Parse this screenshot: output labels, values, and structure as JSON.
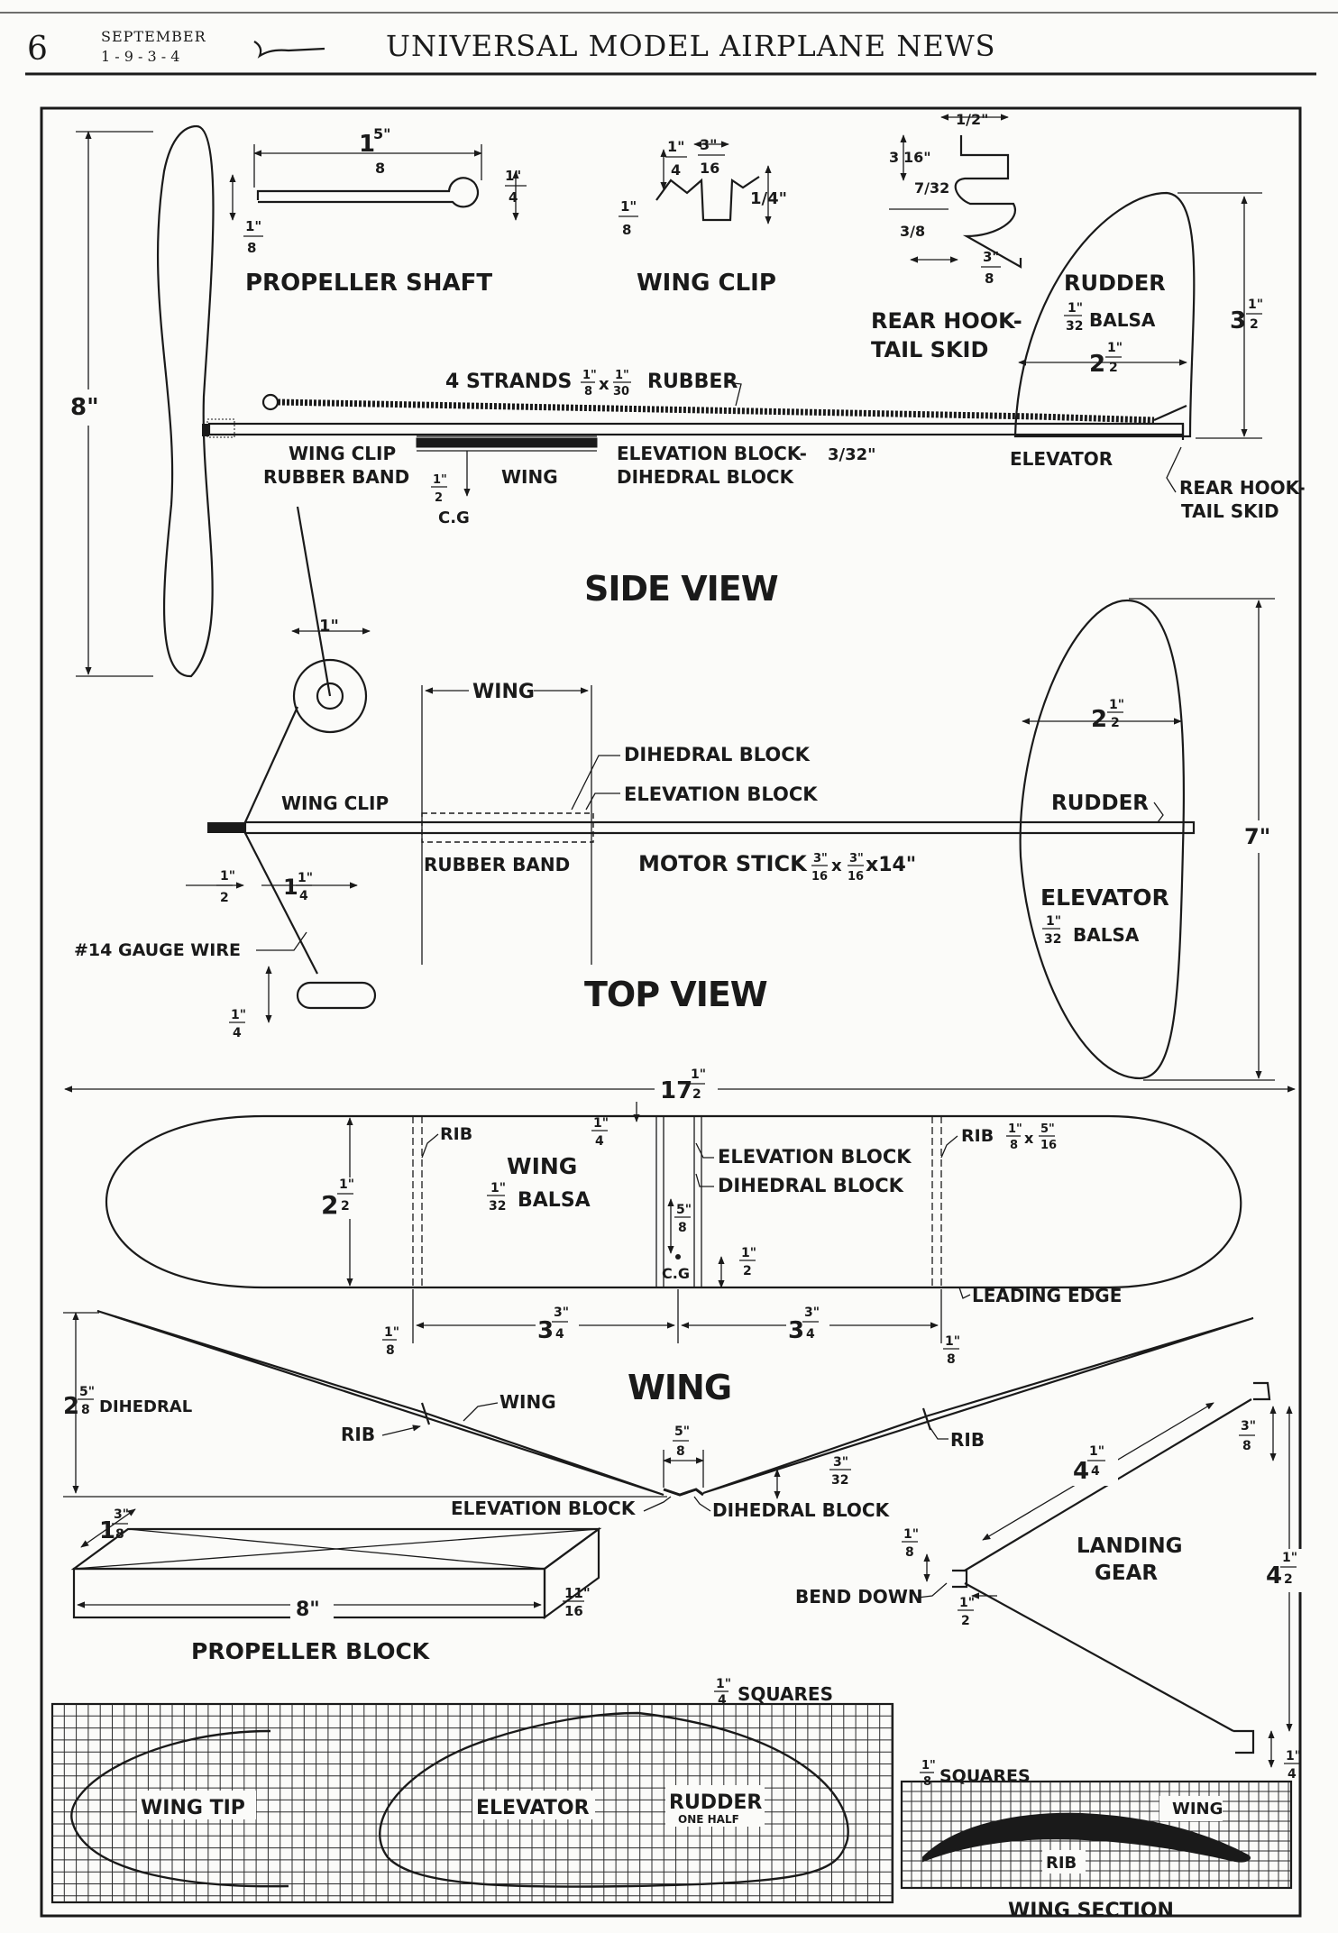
{
  "header": {
    "page_number": "6",
    "month": "SEPTEMBER",
    "year": "1 - 9 - 3 - 4",
    "title": "UNIVERSAL MODEL AIRPLANE NEWS"
  },
  "side_view": {
    "heading": "SIDE VIEW",
    "prop_height": "8\"",
    "propeller_shaft": "PROPELLER SHAFT",
    "shaft_len_w": "1",
    "shaft_len_n": "5\"",
    "shaft_len_d": "8",
    "shaft_quarter_n": "1\"",
    "shaft_quarter_d": "4",
    "shaft_eighth_n": "1\"",
    "shaft_eighth_d": "8",
    "wing_clip": "WING CLIP",
    "clip_a_n": "1\"",
    "clip_a_d": "4",
    "clip_b_n": "3\"",
    "clip_b_d": "16",
    "clip_c": "1/4\"",
    "clip_d_n": "1\"",
    "clip_d_d": "8",
    "rear_hook_1": "REAR HOOK-",
    "rear_hook_2": "TAIL SKID",
    "hook_half": "1/2\"",
    "hook_316_n": "3",
    "hook_316_d": "16\"",
    "hook_732": "7/32",
    "hook_38a": "3/8",
    "hook_38b_n": "3\"",
    "hook_38b_d": "8",
    "rudder": "RUDDER",
    "rudder_balsa_n": "1\"",
    "rudder_balsa_d": "32",
    "rudder_balsa": "BALSA",
    "rudder_height": "3",
    "rudder_height_n": "1\"",
    "rudder_height_d": "2",
    "rudder_width": "2",
    "rudder_width_n": "1\"",
    "rudder_width_d": "2",
    "rubber_a": "4 STRANDS",
    "rubber_n1": "1\"",
    "rubber_d1": "8",
    "rubber_x": "x",
    "rubber_n2": "1\"",
    "rubber_d2": "30",
    "rubber_b": "RUBBER",
    "wing_clip_label": "WING CLIP",
    "rubber_band": "RUBBER BAND",
    "cg_n": "1\"",
    "cg_d": "2",
    "cg": "C.G",
    "wing": "WING",
    "elevation_block": "ELEVATION BLOCK-",
    "elevation_dim": "3/32\"",
    "dihedral_block": "DIHEDRAL BLOCK",
    "elevator": "ELEVATOR",
    "rear_hook_b1": "REAR HOOK-",
    "rear_hook_b2": "TAIL SKID"
  },
  "top_view": {
    "heading": "TOP VIEW",
    "washer": "1\"",
    "wing": "WING",
    "dihedral_block": "DIHEDRAL BLOCK",
    "elevation_block": "ELEVATION BLOCK",
    "wing_clip": "WING CLIP",
    "rubber_band": "RUBBER BAND",
    "motor_stick": "MOTOR STICK",
    "ms_n1": "3\"",
    "ms_d1": "16",
    "ms_x": "x",
    "ms_n2": "3\"",
    "ms_d2": "16",
    "ms_len": "x14\"",
    "half_n": "1\"",
    "half_d": "2",
    "one_q_w": "1",
    "one_q_n": "1\"",
    "one_q_d": "4",
    "gauge_wire": "#14 GAUGE WIRE",
    "quarter_n": "1\"",
    "quarter_d": "4",
    "rudder": "RUDDER",
    "rudder_w": "2",
    "rudder_w_n": "1\"",
    "rudder_w_d": "2",
    "elevator": "ELEVATOR",
    "elev_balsa_n": "1\"",
    "elev_balsa_d": "32",
    "elev_balsa": "BALSA",
    "span": "7\""
  },
  "wing_plan": {
    "span_w": "17",
    "span_n": "1\"",
    "span_d": "2",
    "rib": "RIB",
    "rib_size": "RIB",
    "rib_n1": "1\"",
    "rib_d1": "8",
    "rib_x": "x",
    "rib_n2": "5\"",
    "rib_d2": "16",
    "wing": "WING",
    "wing_balsa_n": "1\"",
    "wing_balsa_d": "32",
    "wing_balsa": "BALSA",
    "chord_w": "2",
    "chord_n": "1\"",
    "chord_d": "2",
    "q_n": "1\"",
    "q_d": "4",
    "elevation_block": "ELEVATION BLOCK",
    "dihedral_block": "DIHEDRAL BLOCK",
    "cg_n": "5\"",
    "cg_d": "8",
    "cg": "C.G",
    "cg2_n": "1\"",
    "cg2_d": "2",
    "leading_edge": "LEADING EDGE",
    "e1_n": "1\"",
    "e1_d": "8",
    "half_w": "3",
    "half_n": "3\"",
    "half_d": "4",
    "half2_w": "3",
    "half2_n": "3\"",
    "half2_d": "4",
    "e2_n": "1\"",
    "e2_d": "8"
  },
  "wing_front": {
    "heading": "WING",
    "dihedral_w": "2",
    "dihedral_n": "5\"",
    "dihedral_d": "8",
    "dihedral": "DIHEDRAL",
    "wing": "WING",
    "rib_l": "RIB",
    "rib_r": "RIB",
    "center_n": "5\"",
    "center_d": "8",
    "block_n": "3\"",
    "block_d": "32",
    "elevation_block": "ELEVATION BLOCK",
    "dihedral_block": "DIHEDRAL BLOCK"
  },
  "propeller_block": {
    "caption": "PROPELLER BLOCK",
    "w_w": "1",
    "w_n": "3\"",
    "w_d": "8",
    "len": "8\"",
    "t_n": "11\"",
    "t_d": "16"
  },
  "landing_gear": {
    "caption_1": "LANDING",
    "caption_2": "GEAR",
    "arm_w": "4",
    "arm_n": "1\"",
    "arm_d": "4",
    "top_n": "3\"",
    "top_d": "8",
    "height_w": "4",
    "height_n": "1\"",
    "height_d": "2",
    "bend_down": "BEND DOWN",
    "e_n": "1\"",
    "e_d": "8",
    "h_n": "1\"",
    "h_d": "2",
    "q_n": "1\"",
    "q_d": "4"
  },
  "patterns": {
    "squares_n": "1\"",
    "squares_d": "4",
    "squares": "SQUARES",
    "wing_tip": "WING TIP",
    "elevator": "ELEVATOR",
    "rudder": "RUDDER",
    "one_half": "ONE HALF"
  },
  "wing_section": {
    "squares_n": "1\"",
    "squares_d": "8",
    "squares": "SQUARES",
    "wing": "WING",
    "rib": "RIB",
    "caption": "WING SECTION"
  }
}
